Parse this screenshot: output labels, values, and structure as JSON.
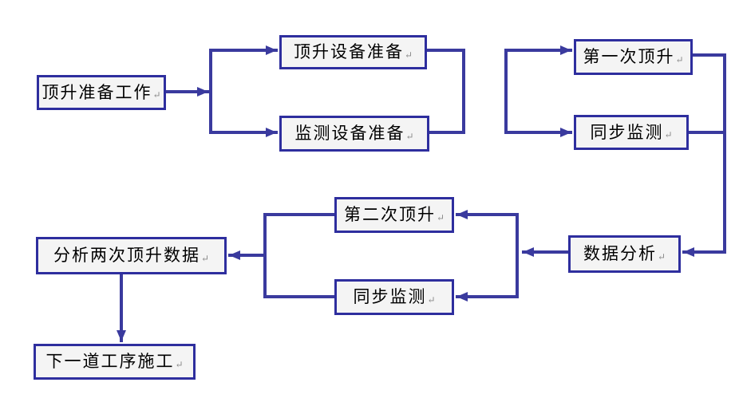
{
  "diagram": {
    "type": "flowchart",
    "background": "#FFFFFF",
    "colors": {
      "line": "#3A3A9E",
      "box_border": "#2E2E9E",
      "box_fill": "#F4F4F4",
      "text": "#000000",
      "paragraph_mark": "#8a8a8a"
    },
    "return_mark": "↵",
    "nodes": [
      {
        "id": "jacking-preparation",
        "label": "顶升准备工作"
      },
      {
        "id": "jacking-equipment-prep",
        "label": "顶升设备准备"
      },
      {
        "id": "monitoring-equipment-prep",
        "label": "监测设备准备"
      },
      {
        "id": "first-jacking",
        "label": "第一次顶升"
      },
      {
        "id": "sync-monitoring-1",
        "label": "同步监测"
      },
      {
        "id": "data-analysis",
        "label": "数据分析"
      },
      {
        "id": "second-jacking",
        "label": "第二次顶升"
      },
      {
        "id": "sync-monitoring-2",
        "label": "同步监测"
      },
      {
        "id": "analyze-two-jacking-data",
        "label": "分析两次顶升数据"
      },
      {
        "id": "next-process-construction",
        "label": "下一道工序施工"
      }
    ],
    "edges": [
      {
        "from": "jacking-preparation",
        "to": "jacking-equipment-prep"
      },
      {
        "from": "jacking-preparation",
        "to": "monitoring-equipment-prep"
      },
      {
        "from": "jacking-equipment-prep",
        "to": "first-jacking"
      },
      {
        "from": "monitoring-equipment-prep",
        "to": "sync-monitoring-1"
      },
      {
        "from": "first-jacking",
        "to": "data-analysis"
      },
      {
        "from": "sync-monitoring-1",
        "to": "data-analysis"
      },
      {
        "from": "data-analysis",
        "to": "second-jacking"
      },
      {
        "from": "data-analysis",
        "to": "sync-monitoring-2"
      },
      {
        "from": "second-jacking",
        "to": "analyze-two-jacking-data"
      },
      {
        "from": "sync-monitoring-2",
        "to": "analyze-two-jacking-data"
      },
      {
        "from": "analyze-two-jacking-data",
        "to": "next-process-construction"
      }
    ]
  }
}
